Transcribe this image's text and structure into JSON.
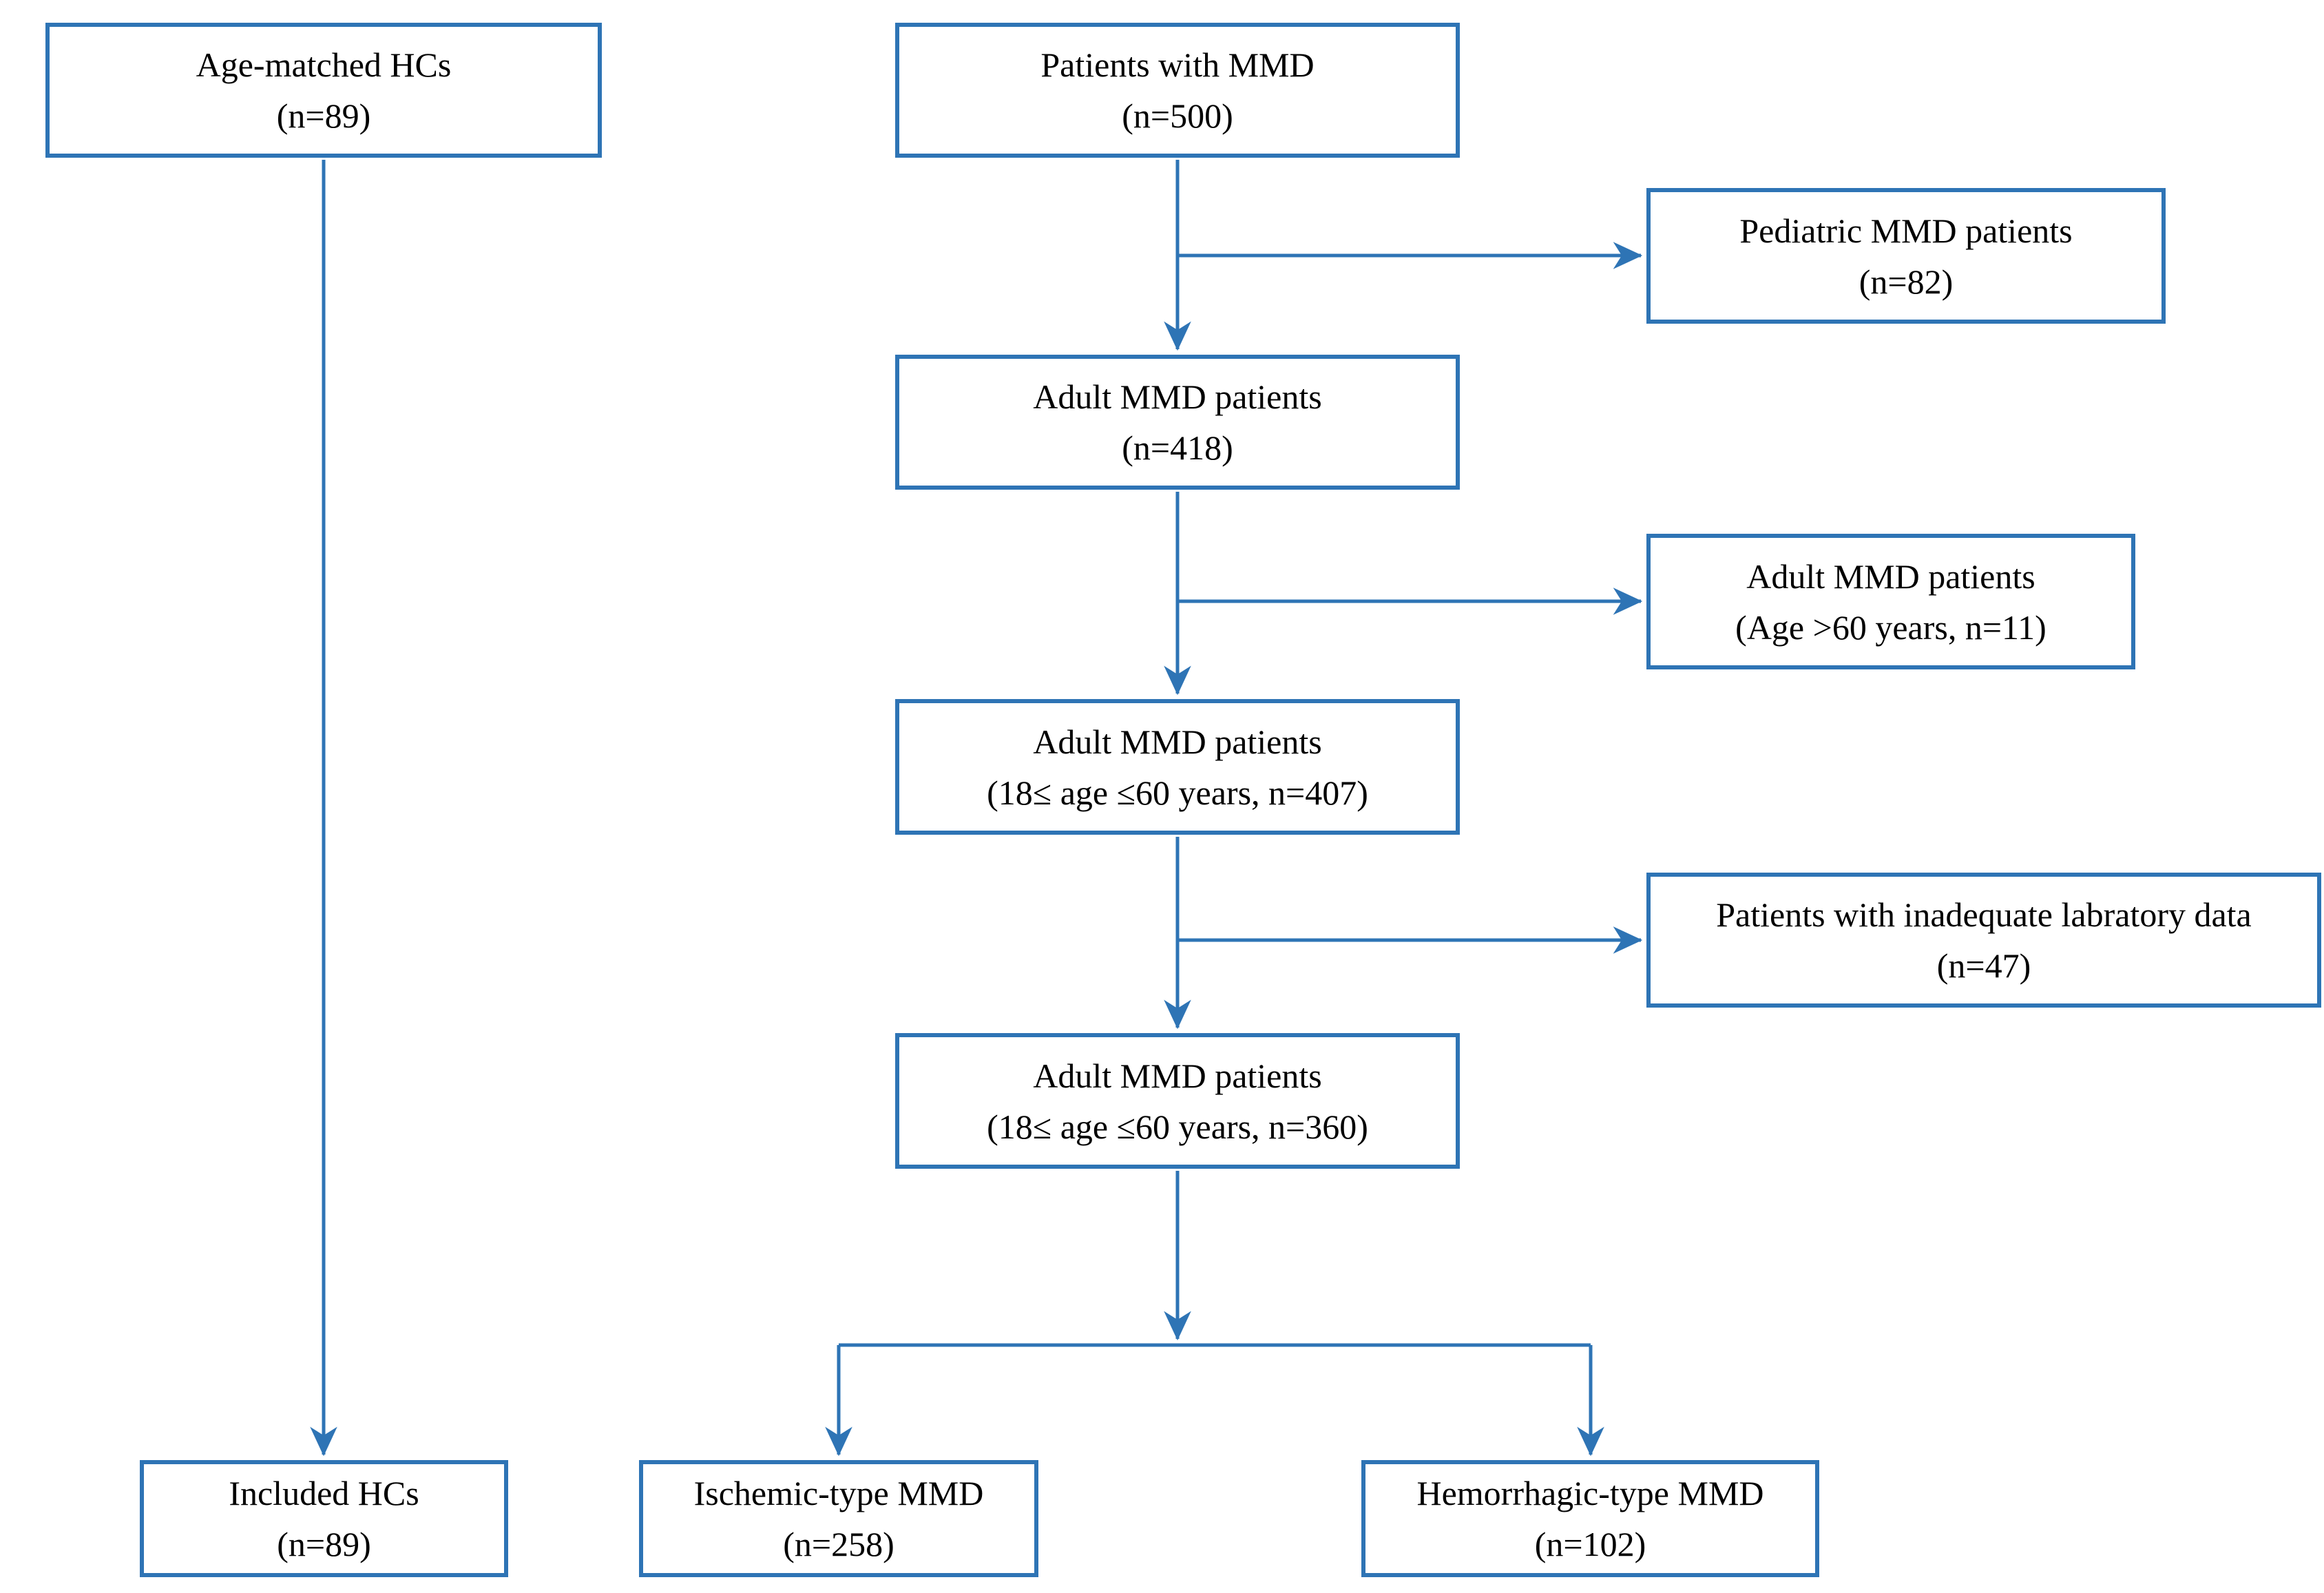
{
  "diagram": {
    "accent_color": "#2E74B5",
    "text_color": "#000000",
    "nodes": {
      "age_matched_hcs": {
        "line1": "Age-matched HCs",
        "line2": "(n=89)"
      },
      "patients_mmd": {
        "line1": "Patients with MMD",
        "line2": "(n=500)"
      },
      "pediatric": {
        "line1": "Pediatric MMD patients",
        "line2": "(n=82)"
      },
      "adult_418": {
        "line1": "Adult MMD patients",
        "line2": "(n=418)"
      },
      "age_over_60": {
        "line1": "Adult MMD patients",
        "line2": "(Age >60 years, n=11)"
      },
      "adult_407": {
        "line1": "Adult MMD patients",
        "line2": "(18≤ age ≤60 years, n=407)"
      },
      "inadequate_lab": {
        "line1": "Patients with inadequate labratory data",
        "line2": "(n=47)"
      },
      "adult_360": {
        "line1": "Adult MMD patients",
        "line2": "(18≤ age ≤60 years, n=360)"
      },
      "included_hcs": {
        "line1": "Included HCs",
        "line2": "(n=89)"
      },
      "ischemic": {
        "line1": "Ischemic-type MMD",
        "line2": "(n=258)"
      },
      "hemorrhagic": {
        "line1": "Hemorrhagic-type MMD",
        "line2": "(n=102)"
      }
    }
  }
}
